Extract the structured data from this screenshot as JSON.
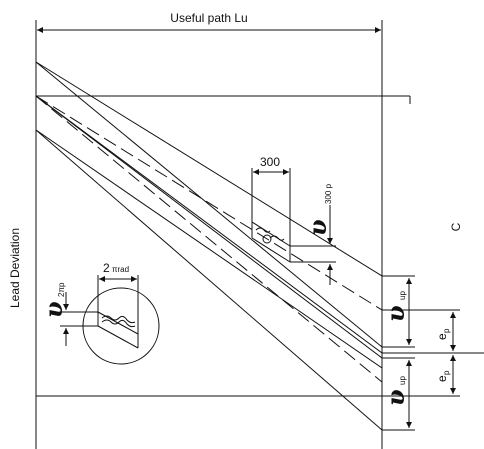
{
  "title": "Useful path Lu",
  "y_axis_label": "Lead Deviation",
  "right_label": "C",
  "dim_300": "300",
  "nu_symbol": "υ",
  "nu_300p_sub": "300 p",
  "nu_2pi_sub": "2πp",
  "label_2pi_rad_num": "2",
  "label_2pi_rad_unit": "πrad",
  "nu_up_sub": "up",
  "e_p_main": "e",
  "e_p_sub": "p"
}
